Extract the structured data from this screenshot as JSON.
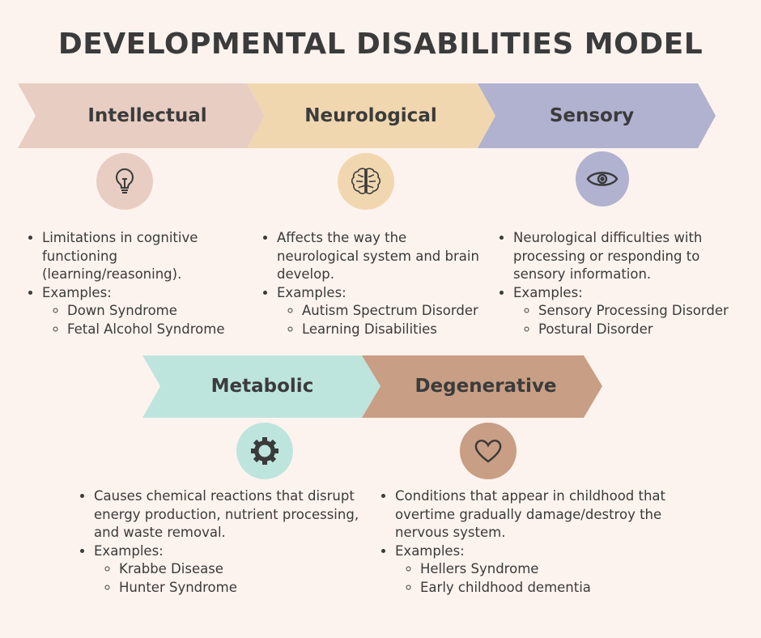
{
  "title": "DEVELOPMENTAL DISABILITIES MODEL",
  "colors": {
    "intellectual": "#e8cdc2",
    "neurological": "#f1d7b0",
    "sensory": "#b1b1d0",
    "metabolic": "#bde5dd",
    "degenerative": "#c89e84",
    "background": "#fdf3ee"
  },
  "categories": [
    {
      "name": "Intellectual",
      "icon": "lightbulb-icon",
      "description": "Limitations in cognitive functioning (learning/reasoning).",
      "examples_label": "Examples:",
      "examples": [
        "Down Syndrome",
        "Fetal Alcohol Syndrome"
      ]
    },
    {
      "name": "Neurological",
      "icon": "brain-icon",
      "description": "Affects the way the neurological system and brain develop.",
      "examples_label": "Examples:",
      "examples": [
        "Autism Spectrum Disorder",
        "Learning Disabilities"
      ]
    },
    {
      "name": "Sensory",
      "icon": "eye-icon",
      "description": "Neurological difficulties with processing or responding to sensory information.",
      "examples_label": "Examples:",
      "examples": [
        "Sensory Processing Disorder",
        "Postural Disorder"
      ]
    },
    {
      "name": "Metabolic",
      "icon": "gear-icon",
      "description": "Causes chemical reactions that disrupt energy production, nutrient processing, and waste removal.",
      "examples_label": "Examples:",
      "examples": [
        "Krabbe Disease",
        "Hunter Syndrome"
      ]
    },
    {
      "name": "Degenerative",
      "icon": "heart-icon",
      "description": "Conditions that appear in childhood that overtime gradually damage/destroy the nervous system.",
      "examples_label": "Examples:",
      "examples": [
        "Hellers Syndrome",
        "Early childhood dementia"
      ]
    }
  ]
}
